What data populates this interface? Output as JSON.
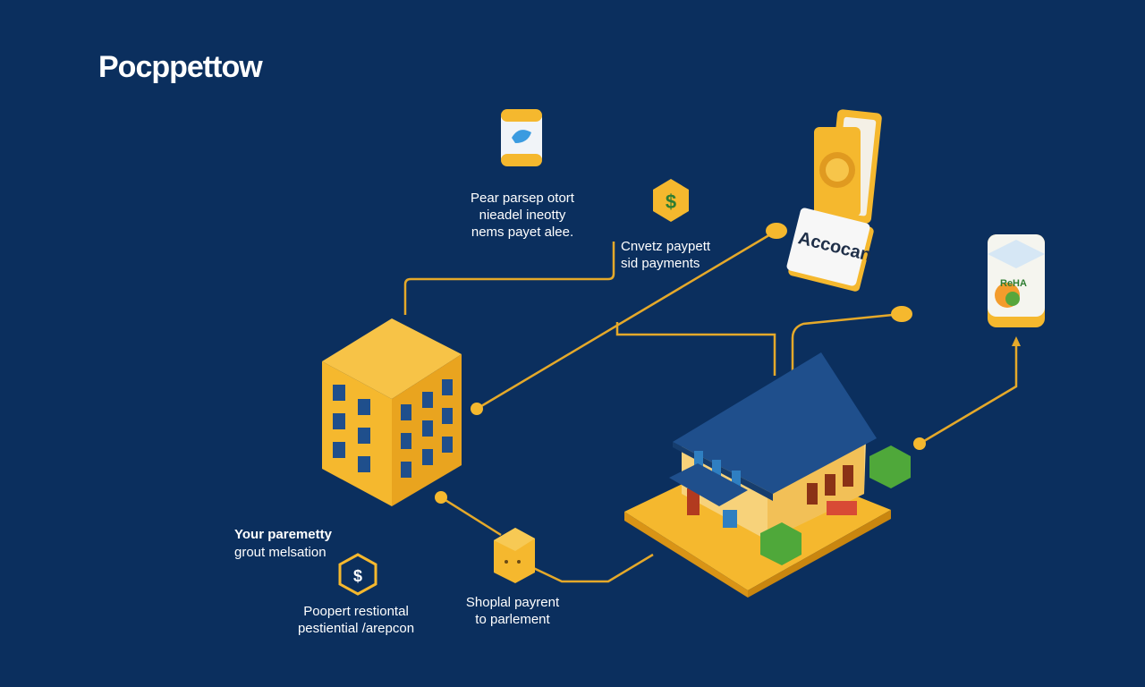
{
  "title": "Pocppettow",
  "labels": {
    "top_center": [
      "Pear parsep otort",
      "nieadel ineotty",
      "nems payet alee."
    ],
    "right_mid": [
      "Cnvetz paypett",
      "sid payments"
    ],
    "left_bottom_title": "Your paremetty",
    "left_bottom_sub": "grout melsation",
    "left_bottom_caption": [
      "Poopert restiontal",
      "pestiential /arepcon"
    ],
    "bottom_center": [
      "Shoplal payrent",
      "to parlement"
    ],
    "account_card": "Accocan",
    "jar_label": "ReHA"
  },
  "icons": [
    "bird-jar-icon",
    "dollar-hex-icon",
    "coin-phone-icon",
    "account-card-icon",
    "jar-icon",
    "apartment-building-icon",
    "house-icon",
    "cube-icon",
    "dollar-hex-icon-small"
  ],
  "colors": {
    "background": "#0b2f5e",
    "accent": "#f5b82e",
    "line": "#e5a92a",
    "roof": "#1f4f8c",
    "green": "#4fa83a",
    "text": "#ffffff"
  }
}
